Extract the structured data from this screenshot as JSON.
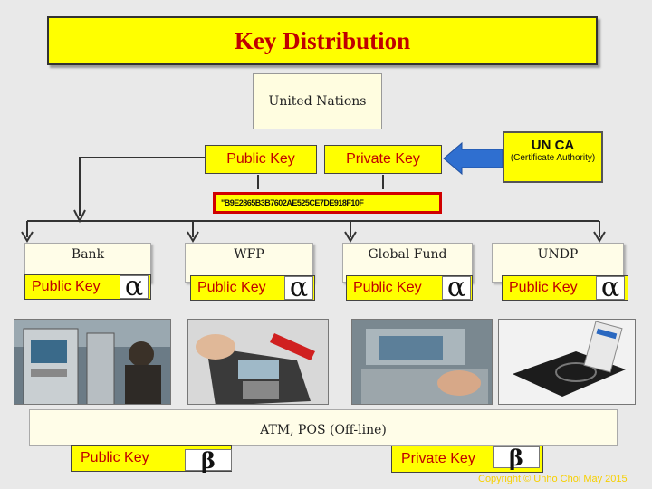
{
  "title": "Key Distribution",
  "authority": {
    "name": "United Nations",
    "public_key": "Public Key",
    "private_key": "Private Key",
    "ca_title": "UN CA",
    "ca_subtitle": "(Certificate Authority)"
  },
  "hash": "\"B9E2865B3B7602AE525CE7DE918F10F",
  "organizations": [
    {
      "name": "Bank",
      "key_label": "Public Key",
      "key_symbol": "α",
      "photo": "atm-machine"
    },
    {
      "name": "WFP",
      "key_label": "Public Key",
      "key_symbol": "α",
      "photo": "pos-terminal"
    },
    {
      "name": "Global Fund",
      "key_label": "Public Key",
      "key_symbol": "α",
      "photo": "fingerprint-atm"
    },
    {
      "name": "UNDP",
      "key_label": "Public Key",
      "key_symbol": "α",
      "photo": "card-reader"
    }
  ],
  "devices": {
    "label": "ATM,  POS (Off-line)",
    "public_key": "Public Key",
    "private_key": "Private Key",
    "key_symbol": "β"
  },
  "copyright": "Copyright © Unho Choi  May 2015",
  "colors": {
    "highlight": "#ffff00",
    "key_text": "#c00000",
    "title_text": "#c00000",
    "connector": "#333333"
  }
}
